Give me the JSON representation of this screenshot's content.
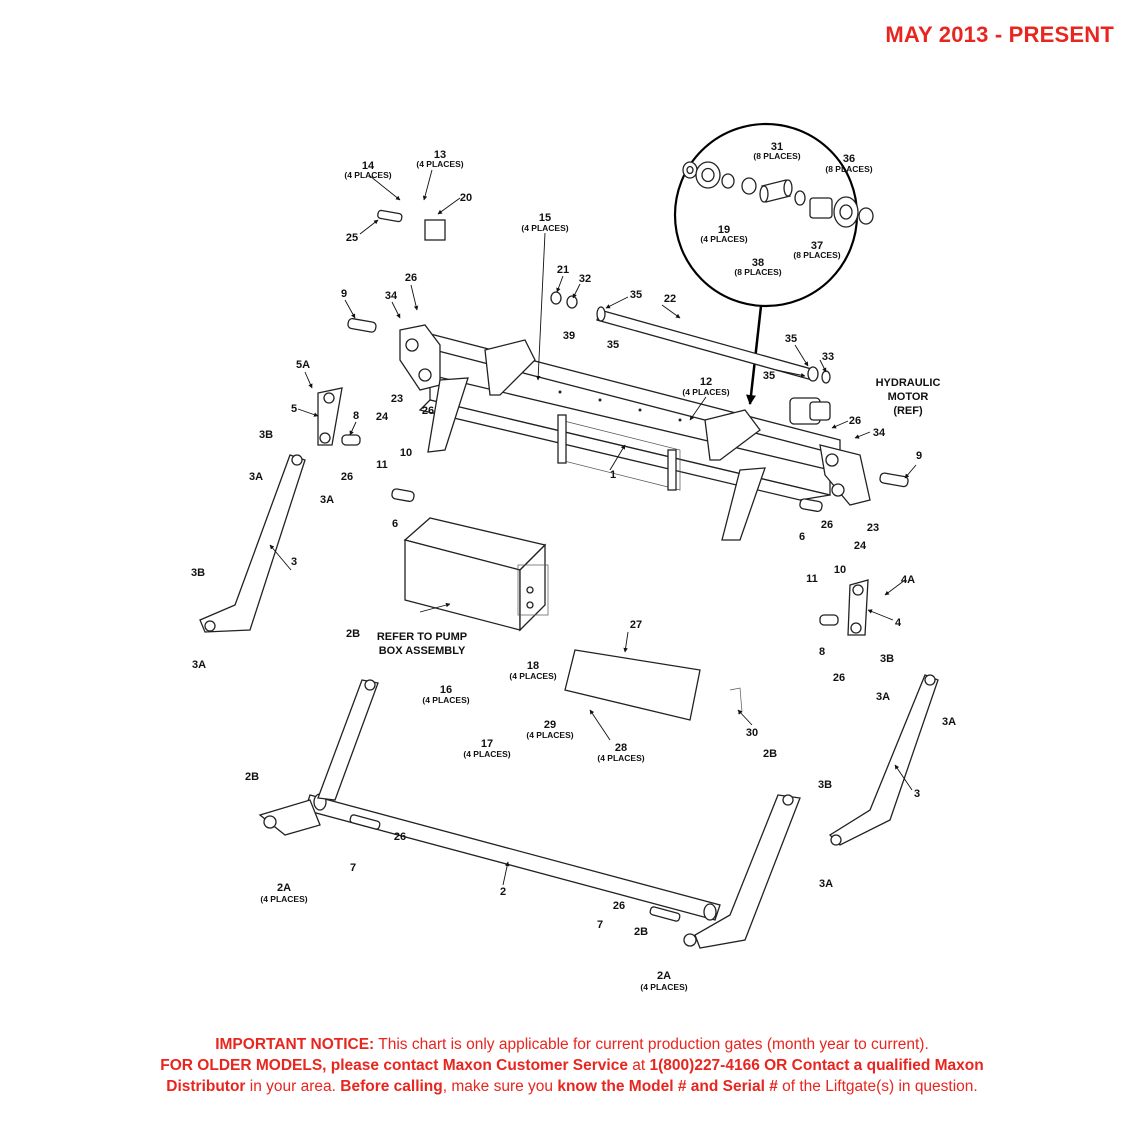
{
  "header": {
    "date_range": "MAY 2013 - PRESENT"
  },
  "callouts": [
    {
      "id": "c14",
      "num": "14",
      "qty": "(4 PLACES)"
    },
    {
      "id": "c13",
      "num": "13",
      "qty": "(4 PLACES)"
    },
    {
      "id": "c20",
      "num": "20",
      "qty": ""
    },
    {
      "id": "c25",
      "num": "25",
      "qty": ""
    },
    {
      "id": "c15",
      "num": "15",
      "qty": "(4 PLACES)"
    },
    {
      "id": "c21",
      "num": "21",
      "qty": ""
    },
    {
      "id": "c32",
      "num": "32",
      "qty": ""
    },
    {
      "id": "c39",
      "num": "39",
      "qty": ""
    },
    {
      "id": "c35a",
      "num": "35",
      "qty": ""
    },
    {
      "id": "c35b",
      "num": "35",
      "qty": ""
    },
    {
      "id": "c22",
      "num": "22",
      "qty": ""
    },
    {
      "id": "c35c",
      "num": "35",
      "qty": ""
    },
    {
      "id": "c33",
      "num": "33",
      "qty": ""
    },
    {
      "id": "c35d",
      "num": "35",
      "qty": ""
    },
    {
      "id": "c9a",
      "num": "9",
      "qty": ""
    },
    {
      "id": "c26a",
      "num": "26",
      "qty": ""
    },
    {
      "id": "c34a",
      "num": "34",
      "qty": ""
    },
    {
      "id": "c5A",
      "num": "5A",
      "qty": ""
    },
    {
      "id": "c23a",
      "num": "23",
      "qty": ""
    },
    {
      "id": "c5",
      "num": "5",
      "qty": ""
    },
    {
      "id": "c24a",
      "num": "24",
      "qty": ""
    },
    {
      "id": "c26b",
      "num": "26",
      "qty": ""
    },
    {
      "id": "c8a",
      "num": "8",
      "qty": ""
    },
    {
      "id": "c3Ba",
      "num": "3B",
      "qty": ""
    },
    {
      "id": "c11a",
      "num": "11",
      "qty": ""
    },
    {
      "id": "c10a",
      "num": "10",
      "qty": ""
    },
    {
      "id": "c3Aa",
      "num": "3A",
      "qty": ""
    },
    {
      "id": "c26c",
      "num": "26",
      "qty": ""
    },
    {
      "id": "c3Ab",
      "num": "3A",
      "qty": ""
    },
    {
      "id": "c6a",
      "num": "6",
      "qty": ""
    },
    {
      "id": "c3a",
      "num": "3",
      "qty": ""
    },
    {
      "id": "c3Bb",
      "num": "3B",
      "qty": ""
    },
    {
      "id": "c3Ac",
      "num": "3A",
      "qty": ""
    },
    {
      "id": "c12",
      "num": "12",
      "qty": "(4 PLACES)"
    },
    {
      "id": "c1",
      "num": "1",
      "qty": ""
    },
    {
      "id": "c26d",
      "num": "26",
      "qty": ""
    },
    {
      "id": "c34b",
      "num": "34",
      "qty": ""
    },
    {
      "id": "c9b",
      "num": "9",
      "qty": ""
    },
    {
      "id": "c26e",
      "num": "26",
      "qty": ""
    },
    {
      "id": "c23b",
      "num": "23",
      "qty": ""
    },
    {
      "id": "c6b",
      "num": "6",
      "qty": ""
    },
    {
      "id": "c24b",
      "num": "24",
      "qty": ""
    },
    {
      "id": "c11b",
      "num": "11",
      "qty": ""
    },
    {
      "id": "c10b",
      "num": "10",
      "qty": ""
    },
    {
      "id": "c4A",
      "num": "4A",
      "qty": ""
    },
    {
      "id": "c4",
      "num": "4",
      "qty": ""
    },
    {
      "id": "c8b",
      "num": "8",
      "qty": ""
    },
    {
      "id": "c26f",
      "num": "26",
      "qty": ""
    },
    {
      "id": "c3Bc",
      "num": "3B",
      "qty": ""
    },
    {
      "id": "c3Ad",
      "num": "3A",
      "qty": ""
    },
    {
      "id": "c3Ae",
      "num": "3A",
      "qty": ""
    },
    {
      "id": "c3b",
      "num": "3",
      "qty": ""
    },
    {
      "id": "c3Bd",
      "num": "3B",
      "qty": ""
    },
    {
      "id": "c3Af",
      "num": "3A",
      "qty": ""
    },
    {
      "id": "c27",
      "num": "27",
      "qty": ""
    },
    {
      "id": "c18",
      "num": "18",
      "qty": "(4 PLACES)"
    },
    {
      "id": "c16",
      "num": "16",
      "qty": "(4 PLACES)"
    },
    {
      "id": "c2Ba",
      "num": "2B",
      "qty": ""
    },
    {
      "id": "c29",
      "num": "29",
      "qty": "(4 PLACES)"
    },
    {
      "id": "c28",
      "num": "28",
      "qty": "(4 PLACES)"
    },
    {
      "id": "c17",
      "num": "17",
      "qty": "(4 PLACES)"
    },
    {
      "id": "c30",
      "num": "30",
      "qty": ""
    },
    {
      "id": "c2Bb",
      "num": "2B",
      "qty": ""
    },
    {
      "id": "c2Bc",
      "num": "2B",
      "qty": ""
    },
    {
      "id": "c26g",
      "num": "26",
      "qty": ""
    },
    {
      "id": "c7a",
      "num": "7",
      "qty": ""
    },
    {
      "id": "c2Aa",
      "num": "2A",
      "qty": "(4 PLACES)"
    },
    {
      "id": "c2",
      "num": "2",
      "qty": ""
    },
    {
      "id": "c26h",
      "num": "26",
      "qty": ""
    },
    {
      "id": "c7b",
      "num": "7",
      "qty": ""
    },
    {
      "id": "c2Bd",
      "num": "2B",
      "qty": ""
    },
    {
      "id": "c2Ab",
      "num": "2A",
      "qty": "(4 PLACES)"
    },
    {
      "id": "c31",
      "num": "31",
      "qty": "(8 PLACES)"
    },
    {
      "id": "c36",
      "num": "36",
      "qty": "(8 PLACES)"
    },
    {
      "id": "c19",
      "num": "19",
      "qty": "(4 PLACES)"
    },
    {
      "id": "c38",
      "num": "38",
      "qty": "(8 PLACES)"
    },
    {
      "id": "c37",
      "num": "37",
      "qty": "(8 PLACES)"
    }
  ],
  "labels": {
    "hydraulic_motor_1": "HYDRAULIC",
    "hydraulic_motor_2": "MOTOR",
    "hydraulic_motor_3": "(REF)",
    "pump_box_1": "REFER TO PUMP",
    "pump_box_2": "BOX ASSEMBLY"
  },
  "notice": {
    "l1_bold": "IMPORTANT NOTICE:",
    "l1_text": " This chart is only applicable for current production gates (month year to current).",
    "l2_bold": "FOR OLDER MODELS, please contact Maxon Customer Service",
    "l2_text": " at ",
    "l2_bold2": "1(800)227-4166 OR Contact a qualified Maxon",
    "l3_bold": "Distributor",
    "l3_text": " in your area. ",
    "l3_bold2": "Before calling",
    "l3_text2": ", make sure you ",
    "l3_bold3": "know the Model # and Serial #",
    "l3_text3": " of the Liftgate(s) in question."
  }
}
